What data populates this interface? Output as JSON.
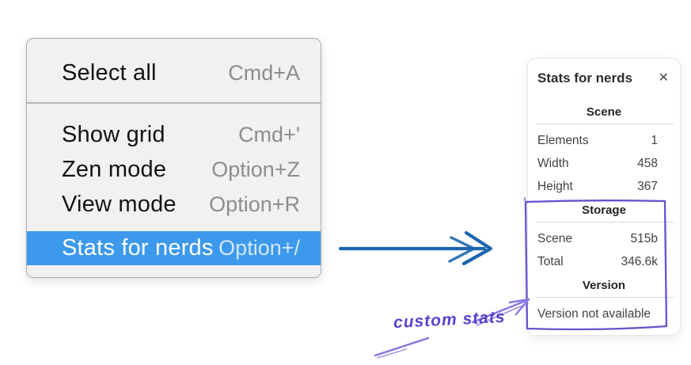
{
  "colors": {
    "menu_bg": "#f1f1f2",
    "menu_border": "#a7aeb5",
    "menu_label": "#131313",
    "menu_shortcut": "#8d8d8d",
    "menu_divider": "#b2b8be",
    "highlight_bg": "#3d99ec",
    "highlight_label": "#ffffff",
    "highlight_shortcut": "#d3e8fb",
    "panel_bg": "#ffffff",
    "panel_border": "#e5e6e8",
    "panel_title": "#2d2d2d",
    "panel_heading": "#242424",
    "panel_text": "#424242",
    "panel_divider": "#d6dade",
    "flow_arrow": "#1d66ae",
    "annotation_box": "#6a4fd0",
    "annotation_arrow": "#8a79e2",
    "annotation_text": "#5a43cd"
  },
  "context_menu": {
    "groups": [
      {
        "items": [
          {
            "label": "Select all",
            "shortcut": "Cmd+A",
            "highlighted": false
          }
        ]
      },
      {
        "items": [
          {
            "label": "Show grid",
            "shortcut": "Cmd+'",
            "highlighted": false
          },
          {
            "label": "Zen mode",
            "shortcut": "Option+Z",
            "highlighted": false
          },
          {
            "label": "View mode",
            "shortcut": "Option+R",
            "highlighted": false
          },
          {
            "label": "Stats for nerds",
            "shortcut": "Option+/",
            "highlighted": true
          }
        ]
      }
    ]
  },
  "stats_panel": {
    "title": "Stats for nerds",
    "close_icon": "✕",
    "sections": [
      {
        "heading": "Scene",
        "rows": [
          {
            "label": "Elements",
            "value": "1"
          },
          {
            "label": "Width",
            "value": "458"
          },
          {
            "label": "Height",
            "value": "367"
          }
        ]
      },
      {
        "heading": "Storage",
        "rows": [
          {
            "label": "Scene",
            "value": "515b"
          },
          {
            "label": "Total",
            "value": "346.6k"
          }
        ]
      },
      {
        "heading": "Version",
        "rows": [],
        "note": "Version not available"
      }
    ]
  },
  "annotation": {
    "label": "custom stats"
  }
}
